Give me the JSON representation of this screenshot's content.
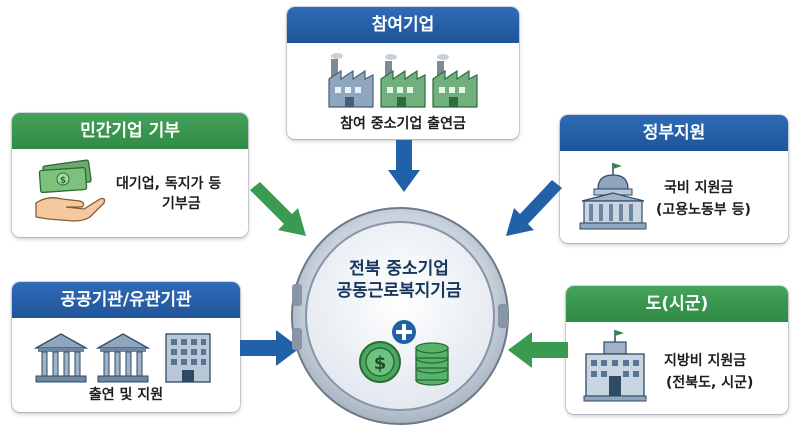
{
  "top": {
    "title": "참여기업",
    "desc": "참여 중소기업 출연금"
  },
  "left_top": {
    "title": "민간기업 기부",
    "desc_line1": "대기업, 독지가 등",
    "desc_line2": "기부금"
  },
  "right_top": {
    "title": "정부지원",
    "desc_line1": "국비 지원금",
    "desc_line2": "(고용노동부 등)"
  },
  "left_bottom": {
    "title": "공공기관/유관기관",
    "desc": "출연 및 지원"
  },
  "right_bottom": {
    "title": "도(시군)",
    "desc_line1": "지방비 지원금",
    "desc_line2": "(전북도, 시군)"
  },
  "center": {
    "line1": "전북 중소기업",
    "line2": "공동근로복지기금"
  },
  "colors": {
    "blue": "#2161a8",
    "green": "#3a9a50",
    "vault": "#c3ccd6"
  }
}
